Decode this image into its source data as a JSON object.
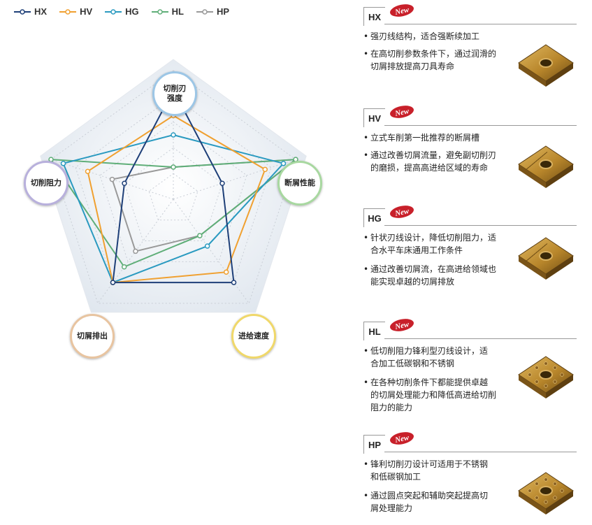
{
  "legend": [
    {
      "id": "HX",
      "label": "HX",
      "color": "#1e3f78"
    },
    {
      "id": "HV",
      "label": "HV",
      "color": "#f0a030"
    },
    {
      "id": "HG",
      "label": "HG",
      "color": "#2a9ac0"
    },
    {
      "id": "HL",
      "label": "HL",
      "color": "#5fae78"
    },
    {
      "id": "HP",
      "label": "HP",
      "color": "#999999"
    }
  ],
  "chart_data": {
    "type": "radar",
    "axes": [
      "切削刃\n强度",
      "断屑性能",
      "进给速度",
      "切屑排出",
      "切削阻力"
    ],
    "scale": [
      0,
      10
    ],
    "series": [
      {
        "name": "HX",
        "values": [
          8.5,
          4.0,
          8.0,
          8.0,
          4.0
        ]
      },
      {
        "name": "HV",
        "values": [
          6.5,
          7.5,
          7.0,
          8.0,
          7.0
        ]
      },
      {
        "name": "HG",
        "values": [
          5.0,
          9.0,
          4.5,
          8.0,
          9.0
        ]
      },
      {
        "name": "HL",
        "values": [
          2.5,
          10.0,
          3.5,
          6.5,
          10.0
        ]
      },
      {
        "name": "HP",
        "values": [
          2.5,
          10.0,
          3.5,
          5.0,
          5.0
        ]
      }
    ]
  },
  "products": [
    {
      "code": "HX",
      "badge": "New",
      "bullets": [
        "强刃线结构，适合强断续加工",
        "在高切削参数条件下，通过润滑的\n切屑排放提高刀具寿命"
      ],
      "insert": "square-center-hole"
    },
    {
      "code": "HV",
      "badge": "New",
      "bullets": [
        "立式车削第一批推荐的断屑槽",
        "通过改善切屑流量，避免副切削刃\n的磨损，提高高进给区域的寿命"
      ],
      "insert": "square-serrated"
    },
    {
      "code": "HG",
      "badge": "New",
      "bullets": [
        "针状刃线设计，降低切削阻力，适\n合水平车床通用工作条件",
        "通过改善切屑流，在高进给领域也\n能实现卓越的切屑排放"
      ],
      "insert": "square-ridged"
    },
    {
      "code": "HL",
      "badge": "New",
      "bullets": [
        "低切削阻力锋利型刃线设计，适\n合加工低碳钢和不锈钢",
        "在各种切削条件下都能提供卓越\n的切屑处理能力和降低高进给切削\n阻力的能力"
      ],
      "insert": "square-dimpled"
    },
    {
      "code": "HP",
      "badge": "New",
      "bullets": [
        "锋利切削刃设计可适用于不锈钢\n和低碳钢加工",
        "通过圆点突起和辅助突起提高切\n屑处理能力"
      ],
      "insert": "square-dotted"
    }
  ],
  "colors": {
    "insert_gold": "#b8862b",
    "insert_dark": "#6e4c14",
    "badge_red": "#c8202a"
  }
}
